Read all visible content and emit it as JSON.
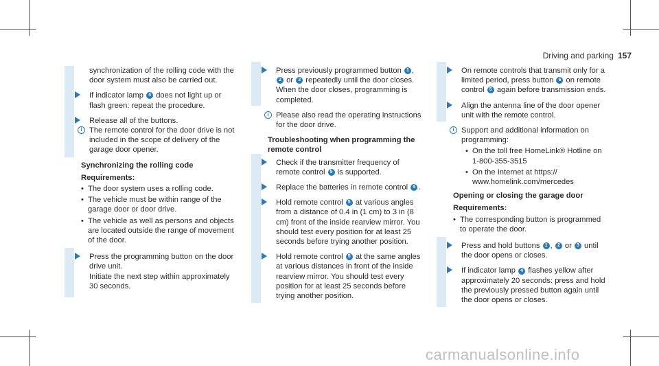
{
  "header": {
    "section": "Driving and parking",
    "page": "157"
  },
  "col1": {
    "intro": "synchronization of the rolling code with the door system must also be carried out.",
    "step1": "If indicator lamp",
    "step1_num": "4",
    "step1_b": "does not light up or flash green: repeat the procedure.",
    "step2": "Release all of the buttons.",
    "tip": "The remote control for the door drive is not included in the scope of delivery of the garage door opener.",
    "heading": "Synchronizing the rolling code",
    "req_label": "Requirements:",
    "reqs": [
      "The door system uses a rolling code.",
      "The vehicle must be within range of the garage door or door drive.",
      "The vehicle as well as persons and objects are located outside the range of movement of the door."
    ],
    "step3": "Press the programming button on the door drive unit.",
    "step3_b": "Initiate the next step within approximately 30 seconds."
  },
  "col2": {
    "s1_a": "Press previously programmed button",
    "s1_b": "or",
    "s1_c": "repeatedly until the door closes.",
    "s1_d": "When the door closes, programming is completed.",
    "n1": "1",
    "n2": "2",
    "n3": "3",
    "tip": "Please also read the operating instructions for the door drive.",
    "heading": "Troubleshooting when programming the remote control",
    "s2_a": "Check if the transmitter frequency of remote control",
    "s2_b": "is supported.",
    "n5": "5",
    "s3_a": "Replace the batteries in remote control",
    "s4_a": "Hold remote control",
    "s4_b": "at various angles from a distance of 0.4 in (1 cm) to 3 in (8 cm) front of the inside rearview mirror. You should test every position for at least 25 seconds before trying another position.",
    "s5_a": "Hold remote control",
    "s5_b": "at the same angles at various distances in front of the inside rearview mirror. You should test every position for at least 25 seconds before trying another position."
  },
  "col3": {
    "s1_a": "On remote controls that transmit only for a limited period, press button",
    "n6": "6",
    "s1_b": "on remote control",
    "n5": "5",
    "s1_c": "again before transmission ends.",
    "s2": "Align the antenna line of the door opener unit with the remote control.",
    "tip": "Support and additional information on programming:",
    "bul1": "On the toll free HomeLink® Hotline on 1-800-355-3515",
    "bul2": "On the Internet at https:// www.homelink.com/mercedes",
    "heading": "Opening or closing the garage door",
    "req_label": "Requirements:",
    "req": "The corresponding button is programmed to operate the door.",
    "s3_a": "Press and hold buttons",
    "n1": "1",
    "n2": "2",
    "n3": "3",
    "s3_b": "or",
    "s3_c": "until the door opens or closes.",
    "s4_a": "If indicator lamp",
    "n4": "4",
    "s4_b": "flashes yellow after approximately 20 seconds: press and hold the previously pressed button again until the door opens or closes."
  },
  "watermark": "carmanualsonline.info"
}
